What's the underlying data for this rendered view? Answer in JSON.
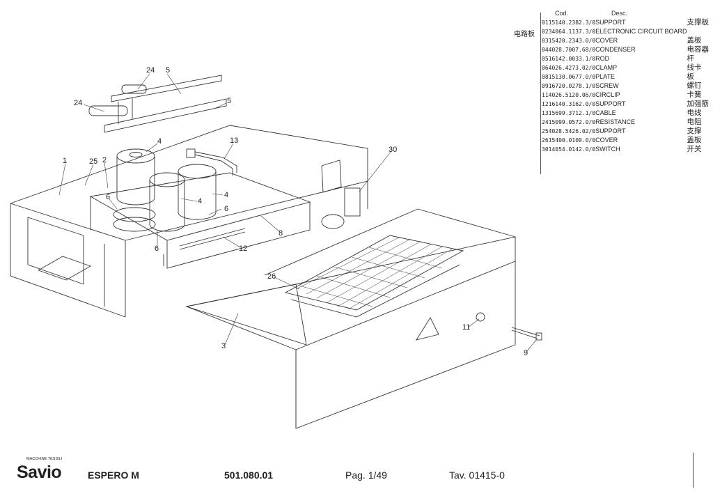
{
  "parts_table": {
    "header_code": "Cod.",
    "header_desc": "Desc.",
    "board_label_cn": "电路板",
    "rows": [
      {
        "n": "01",
        "code": "15140.2382.3/0",
        "desc": "SUPPORT",
        "cn": "支撑板"
      },
      {
        "n": "02",
        "code": "34064.1137.3/0",
        "desc": "ELECTRONIC CIRCUIT BOARD",
        "cn": ""
      },
      {
        "n": "03",
        "code": "15420.2343.0/0",
        "desc": "COVER",
        "cn": "盖板"
      },
      {
        "n": "04",
        "code": "4028.7007.68/0",
        "desc": "CONDENSER",
        "cn": "电容器"
      },
      {
        "n": "05",
        "code": "16142.0033.1/0",
        "desc": "ROD",
        "cn": "杆"
      },
      {
        "n": "06",
        "code": "4026.4273.02/0",
        "desc": "CLAMP",
        "cn": "线卡"
      },
      {
        "n": "08",
        "code": "15130.0677.0/0",
        "desc": "PLATE",
        "cn": "板"
      },
      {
        "n": "09",
        "code": "16720.0278.1/0",
        "desc": "SCREW",
        "cn": "螺钉"
      },
      {
        "n": "11",
        "code": "4026.5120.06/0",
        "desc": "CIRCLIP",
        "cn": "卡簧"
      },
      {
        "n": "12",
        "code": "16140.3162.0/0",
        "desc": "SUPPORT",
        "cn": "加强筋"
      },
      {
        "n": "13",
        "code": "15699.3712.1/0",
        "desc": "CABLE",
        "cn": "电线"
      },
      {
        "n": "24",
        "code": "15099.0572.0/0",
        "desc": "RESISTANCE",
        "cn": "电阻"
      },
      {
        "n": "25",
        "code": "4028.5426.02/0",
        "desc": "SUPPORT",
        "cn": "支撑"
      },
      {
        "n": "26",
        "code": "15400.0100.0/0",
        "desc": "COVER",
        "cn": "盖板"
      },
      {
        "n": "30",
        "code": "14054.0142.0/0",
        "desc": "SWITCH",
        "cn": "开关"
      }
    ]
  },
  "callouts": [
    "24",
    "5",
    "24",
    "5",
    "1",
    "25",
    "2",
    "4",
    "13",
    "30",
    "6",
    "4",
    "4",
    "6",
    "8",
    "6",
    "12",
    "26",
    "3",
    "11",
    "9"
  ],
  "footer": {
    "brand": "Savio",
    "brand_tagline": "MACCHINE TESSILI",
    "model": "ESPERO M",
    "code": "501.080.01",
    "page": "Pag. 1/49",
    "table_ref": "Tav. 01415-0"
  }
}
